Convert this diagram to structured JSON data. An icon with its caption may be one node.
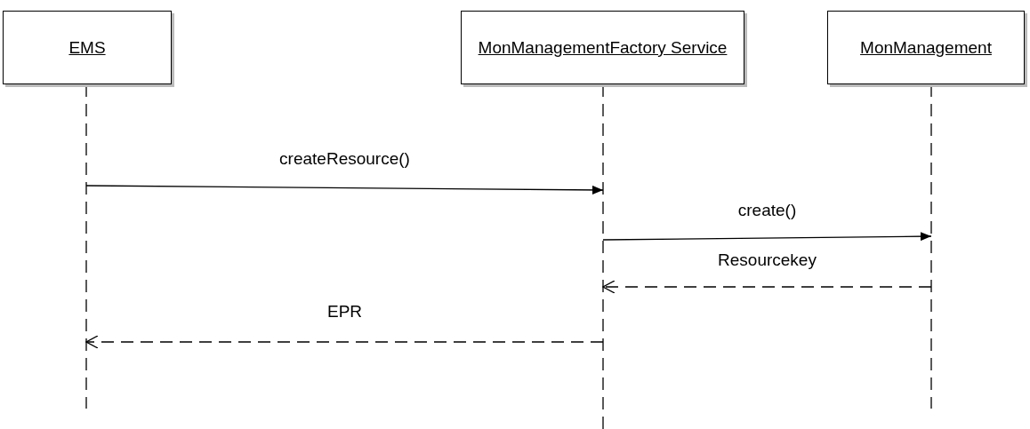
{
  "diagram": {
    "nodes": [
      {
        "text": [
          "EMS"
        ]
      },
      {
        "text": [
          "MonManagementFactory Service"
        ]
      },
      {
        "text": [
          "MonManagement"
        ]
      }
    ],
    "edges": [
      {
        "from": 0,
        "to": 1,
        "arrow": "to",
        "label": "createResource()"
      },
      {
        "from": 1,
        "to": 2,
        "arrow": "to",
        "label": "create()"
      },
      {
        "from": 2,
        "to": 1,
        "arrow": "to",
        "label": "Resourcekey",
        "style": "dashed"
      },
      {
        "from": 1,
        "to": 0,
        "arrow": "to",
        "label": "EPR",
        "style": "dashed"
      }
    ]
  }
}
